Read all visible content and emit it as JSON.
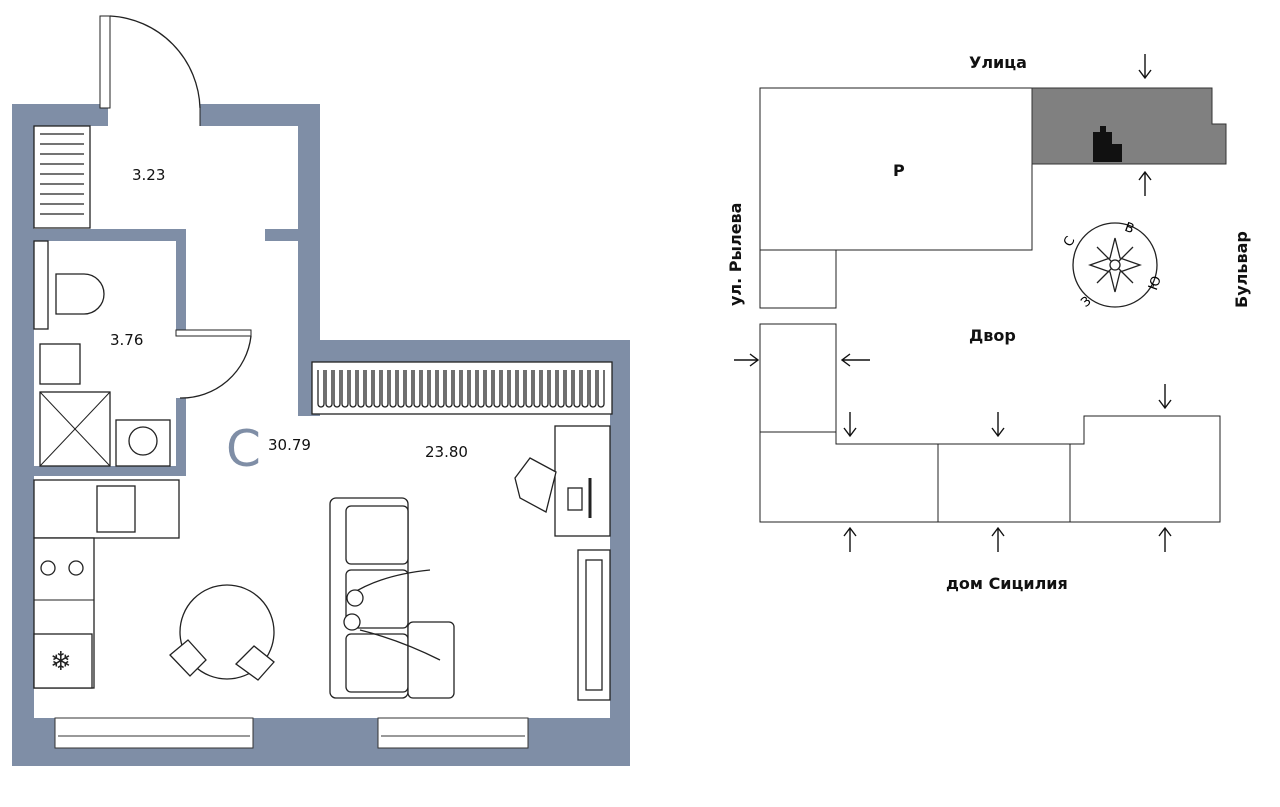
{
  "floorplan": {
    "rooms": [
      {
        "id": "hall",
        "area": "3.23"
      },
      {
        "id": "bathroom",
        "area": "3.76"
      },
      {
        "id": "living",
        "area": "23.80"
      }
    ],
    "total": {
      "letter": "С",
      "area": "30.79"
    },
    "colors": {
      "wall": "#7f8ea6",
      "line": "#222222",
      "letter": "#7f8ea6"
    }
  },
  "siteplan": {
    "street_top": "Улица",
    "street_left": "ул. Рылева",
    "street_right": "Бульвар",
    "courtyard": "Двор",
    "building_bottom": "дом Сицилия",
    "block_label": "Р",
    "compass": {
      "n": "С",
      "e": "В",
      "s": "Ю",
      "w": "З"
    },
    "colors": {
      "highlight_block": "#808080",
      "building_icon": "#111111"
    }
  }
}
